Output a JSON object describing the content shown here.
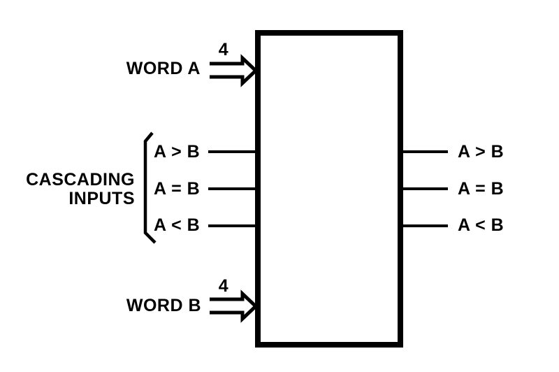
{
  "diagram": {
    "type": "logic-block-diagram",
    "colors": {
      "line": "#000000",
      "background": "#ffffff",
      "text": "#000000"
    }
  },
  "labels": {
    "word_a": "WORD A",
    "word_b": "WORD B",
    "bus_width_a": "4",
    "bus_width_b": "4",
    "cascading_line1": "CASCADING",
    "cascading_line2": "INPUTS"
  },
  "cascade_inputs": [
    "A > B",
    "A = B",
    "A < B"
  ],
  "outputs": [
    "A > B",
    "A = B",
    "A < B"
  ]
}
